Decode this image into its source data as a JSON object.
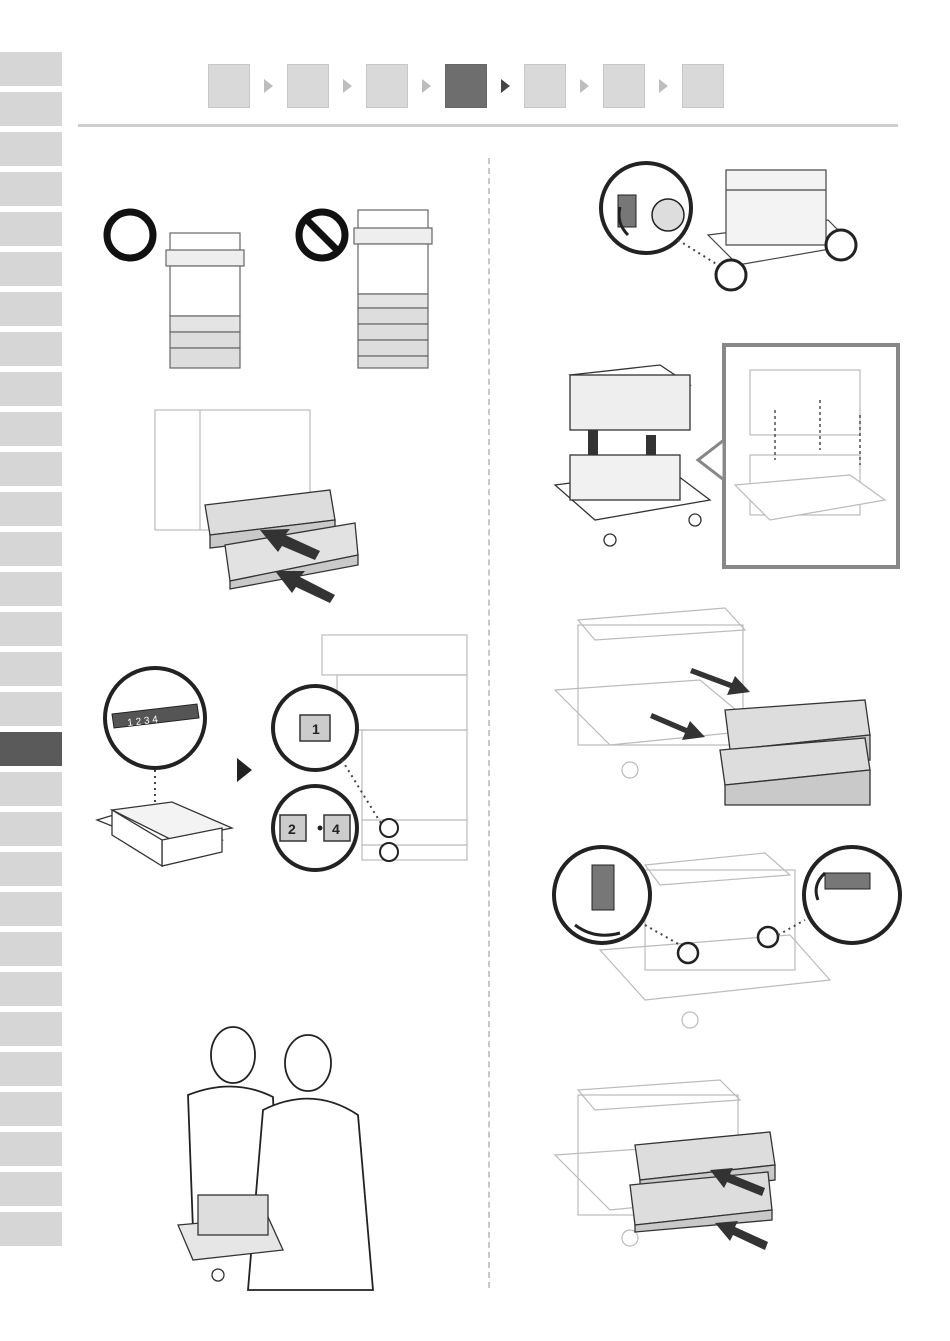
{
  "side_tabs": {
    "count": 30,
    "active_index": 17
  },
  "steps": {
    "count": 7,
    "active_index": 3
  },
  "labels": {
    "drawer_1": "1",
    "drawer_2": "2",
    "drawer_4": "4",
    "sticker_values": "1 2 3 4"
  },
  "colors": {
    "tab": "#d6d6d6",
    "tab_active": "#5a5a5a",
    "step": "#d9d9d9",
    "step_active": "#6e6e6e",
    "line": "#444444",
    "outline_light": "#bdbdbd"
  }
}
